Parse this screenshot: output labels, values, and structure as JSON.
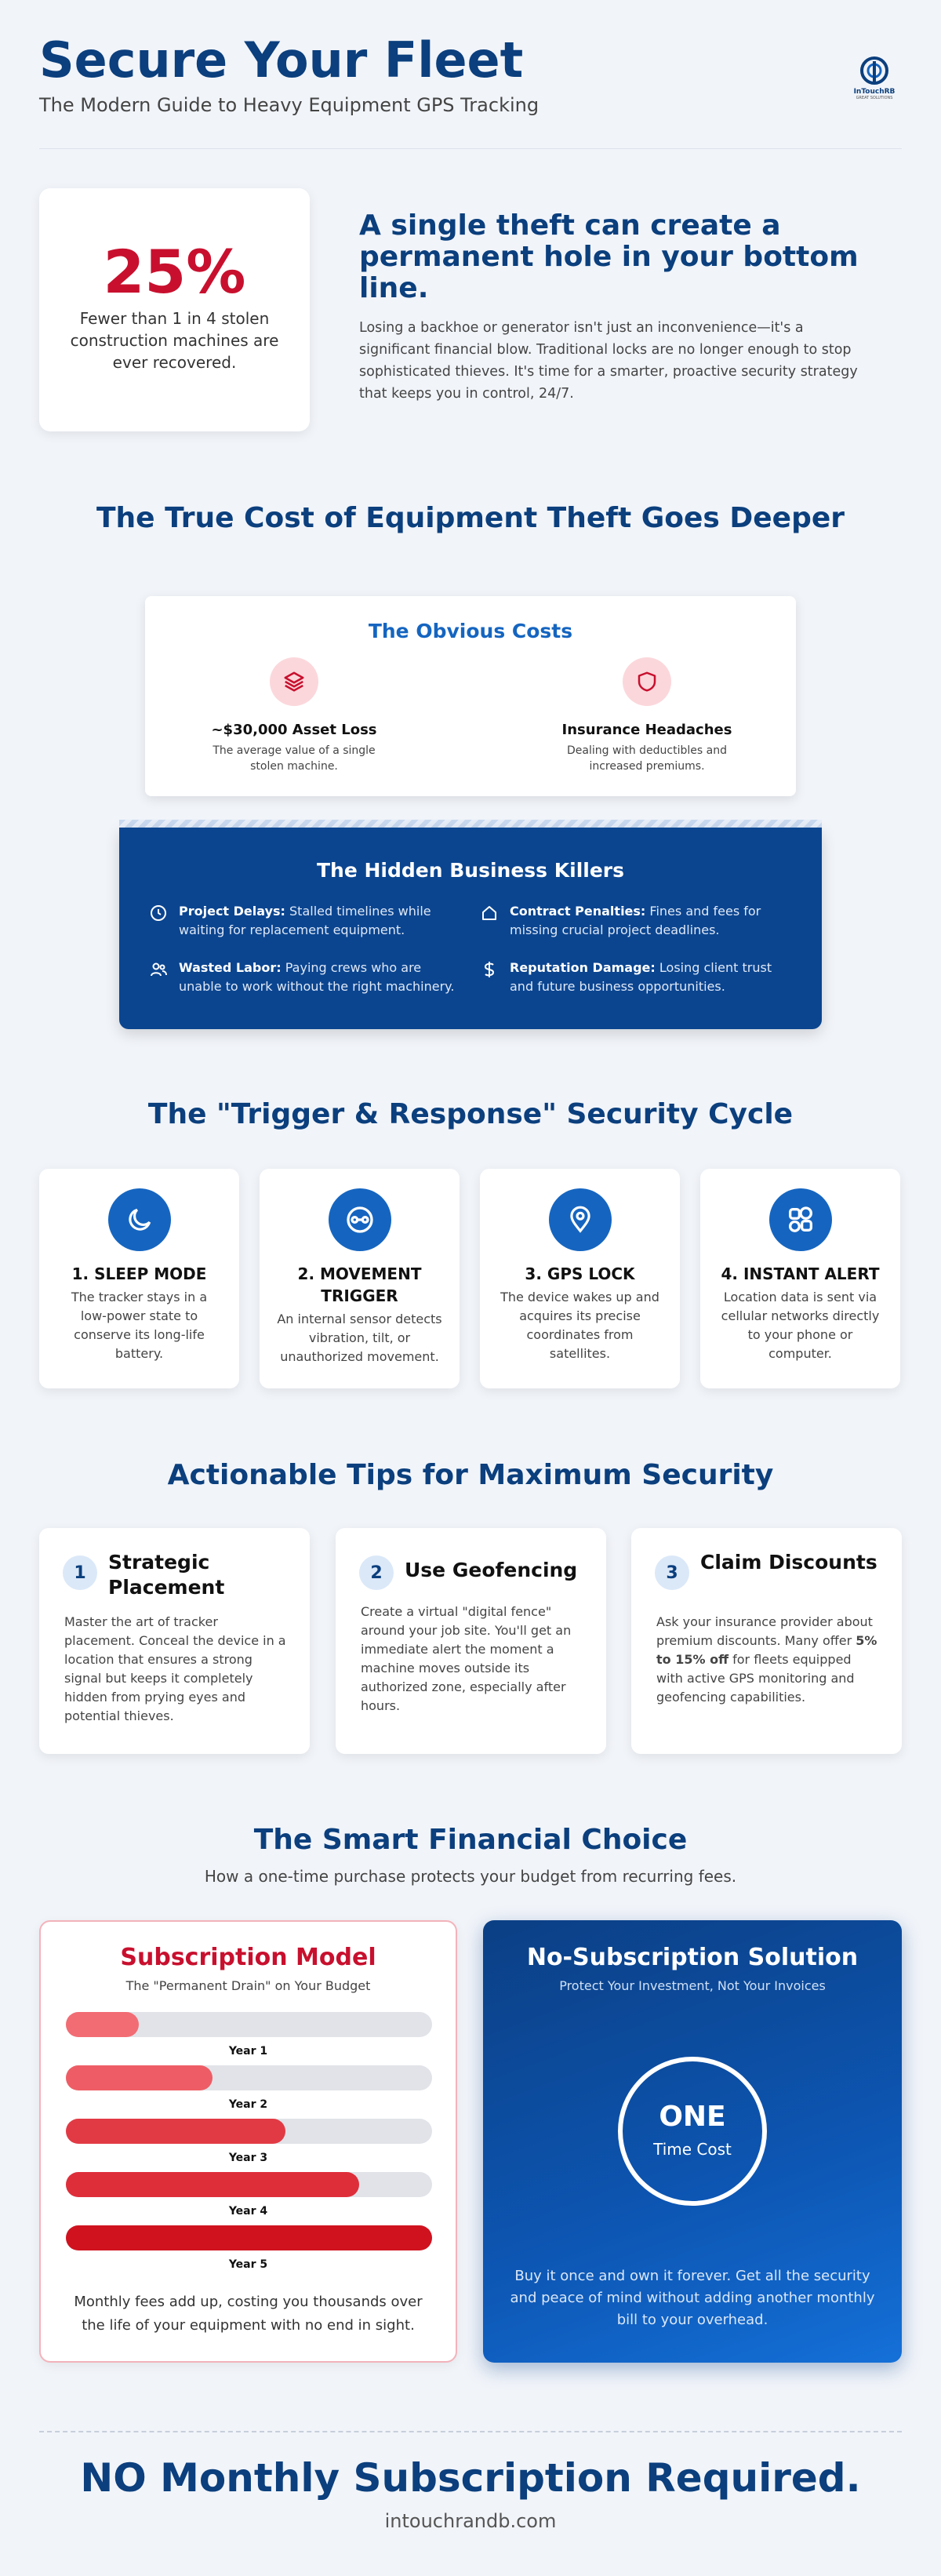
{
  "header": {
    "title": "Secure Your Fleet",
    "subtitle": "The Modern Guide to Heavy Equipment GPS Tracking",
    "logo_text": "InTouchRB",
    "logo_tag": "GREAT SOLUTIONS"
  },
  "stat": {
    "value": "25%",
    "text": "Fewer than 1 in 4 stolen construction machines are ever recovered."
  },
  "intro": {
    "heading": "A single theft can create a permanent hole in your bottom line.",
    "body": "Losing a backhoe or generator isn't just an inconvenience—it's a significant financial blow. Traditional locks are no longer enough to stop sophisticated thieves. It's time for a smarter, proactive security strategy that keeps you in control, 24/7."
  },
  "true_cost": {
    "title": "The True Cost of Equipment Theft Goes Deeper",
    "obvious": {
      "title": "The Obvious Costs",
      "items": [
        {
          "label": "~$30,000 Asset Loss",
          "desc": "The average value of a single stolen machine.",
          "icon": "layers-icon"
        },
        {
          "label": "Insurance Headaches",
          "desc": "Dealing with deductibles and increased premiums.",
          "icon": "shield-icon"
        }
      ]
    },
    "hidden": {
      "title": "The Hidden Business Killers",
      "items": [
        {
          "label": "Project Delays:",
          "desc": "Stalled timelines while waiting for replacement equipment.",
          "icon": "clock-icon"
        },
        {
          "label": "Contract Penalties:",
          "desc": "Fines and fees for missing crucial project deadlines.",
          "icon": "house-icon"
        },
        {
          "label": "Wasted Labor:",
          "desc": "Paying crews who are unable to work without the right machinery.",
          "icon": "users-icon"
        },
        {
          "label": "Reputation Damage:",
          "desc": "Losing client trust and future business opportunities.",
          "icon": "dollar-icon"
        }
      ]
    }
  },
  "cycle": {
    "title": "The \"Trigger & Response\" Security Cycle",
    "steps": [
      {
        "title": "1. SLEEP MODE",
        "desc": "The tracker stays in a low-power state to conserve its long-life battery.",
        "icon": "moon-icon"
      },
      {
        "title": "2. MOVEMENT TRIGGER",
        "desc": "An internal sensor detects vibration, tilt, or unauthorized movement.",
        "icon": "sensor-icon"
      },
      {
        "title": "3. GPS LOCK",
        "desc": "The device wakes up and acquires its precise coordinates from satellites.",
        "icon": "map-pin-icon"
      },
      {
        "title": "4. INSTANT ALERT",
        "desc": "Location data is sent via cellular networks directly to your phone or computer.",
        "icon": "shapes-icon"
      }
    ]
  },
  "tips": {
    "title": "Actionable Tips for Maximum Security",
    "items": [
      {
        "num": "1",
        "title": "Strategic Placement",
        "desc": "Master the art of tracker placement. Conceal the device in a location that ensures a strong signal but keeps it completely hidden from prying eyes and potential thieves."
      },
      {
        "num": "2",
        "title": "Use Geofencing",
        "desc": "Create a virtual \"digital fence\" around your job site. You'll get an immediate alert the moment a machine moves outside its authorized zone, especially after hours."
      },
      {
        "num": "3",
        "title": "Claim Discounts",
        "desc_before": "Ask your insurance provider about premium discounts. Many offer ",
        "desc_bold": "5% to 15% off",
        "desc_after": " for fleets equipped with active GPS monitoring and geofencing capabilities."
      }
    ]
  },
  "financial": {
    "title": "The Smart Financial Choice",
    "subtitle": "How a one-time purchase protects your budget from recurring fees.",
    "subscription": {
      "title": "Subscription Model",
      "tag": "The \"Permanent Drain\" on Your Budget",
      "bars": [
        {
          "label": "Year 1",
          "level": 0.2,
          "color": "#f26c74"
        },
        {
          "label": "Year 2",
          "level": 0.4,
          "color": "#ee5d65"
        },
        {
          "label": "Year 3",
          "level": 0.6,
          "color": "#e23a44"
        },
        {
          "label": "Year 4",
          "level": 0.8,
          "color": "#de2e3a"
        },
        {
          "label": "Year 5",
          "level": 1.0,
          "color": "#d0121f"
        }
      ],
      "note": "Monthly fees add up, costing you thousands over the life of your equipment with no end in sight."
    },
    "no_subscription": {
      "title": "No-Subscription Solution",
      "tag": "Protect Your Investment, Not Your Invoices",
      "ring_main": "ONE",
      "ring_sub": "Time Cost",
      "note": "Buy it once and own it forever. Get all the security and peace of mind without adding another monthly bill to your overhead."
    }
  },
  "footer": {
    "title": "NO Monthly Subscription Required.",
    "url": "intouchrandb.com"
  }
}
